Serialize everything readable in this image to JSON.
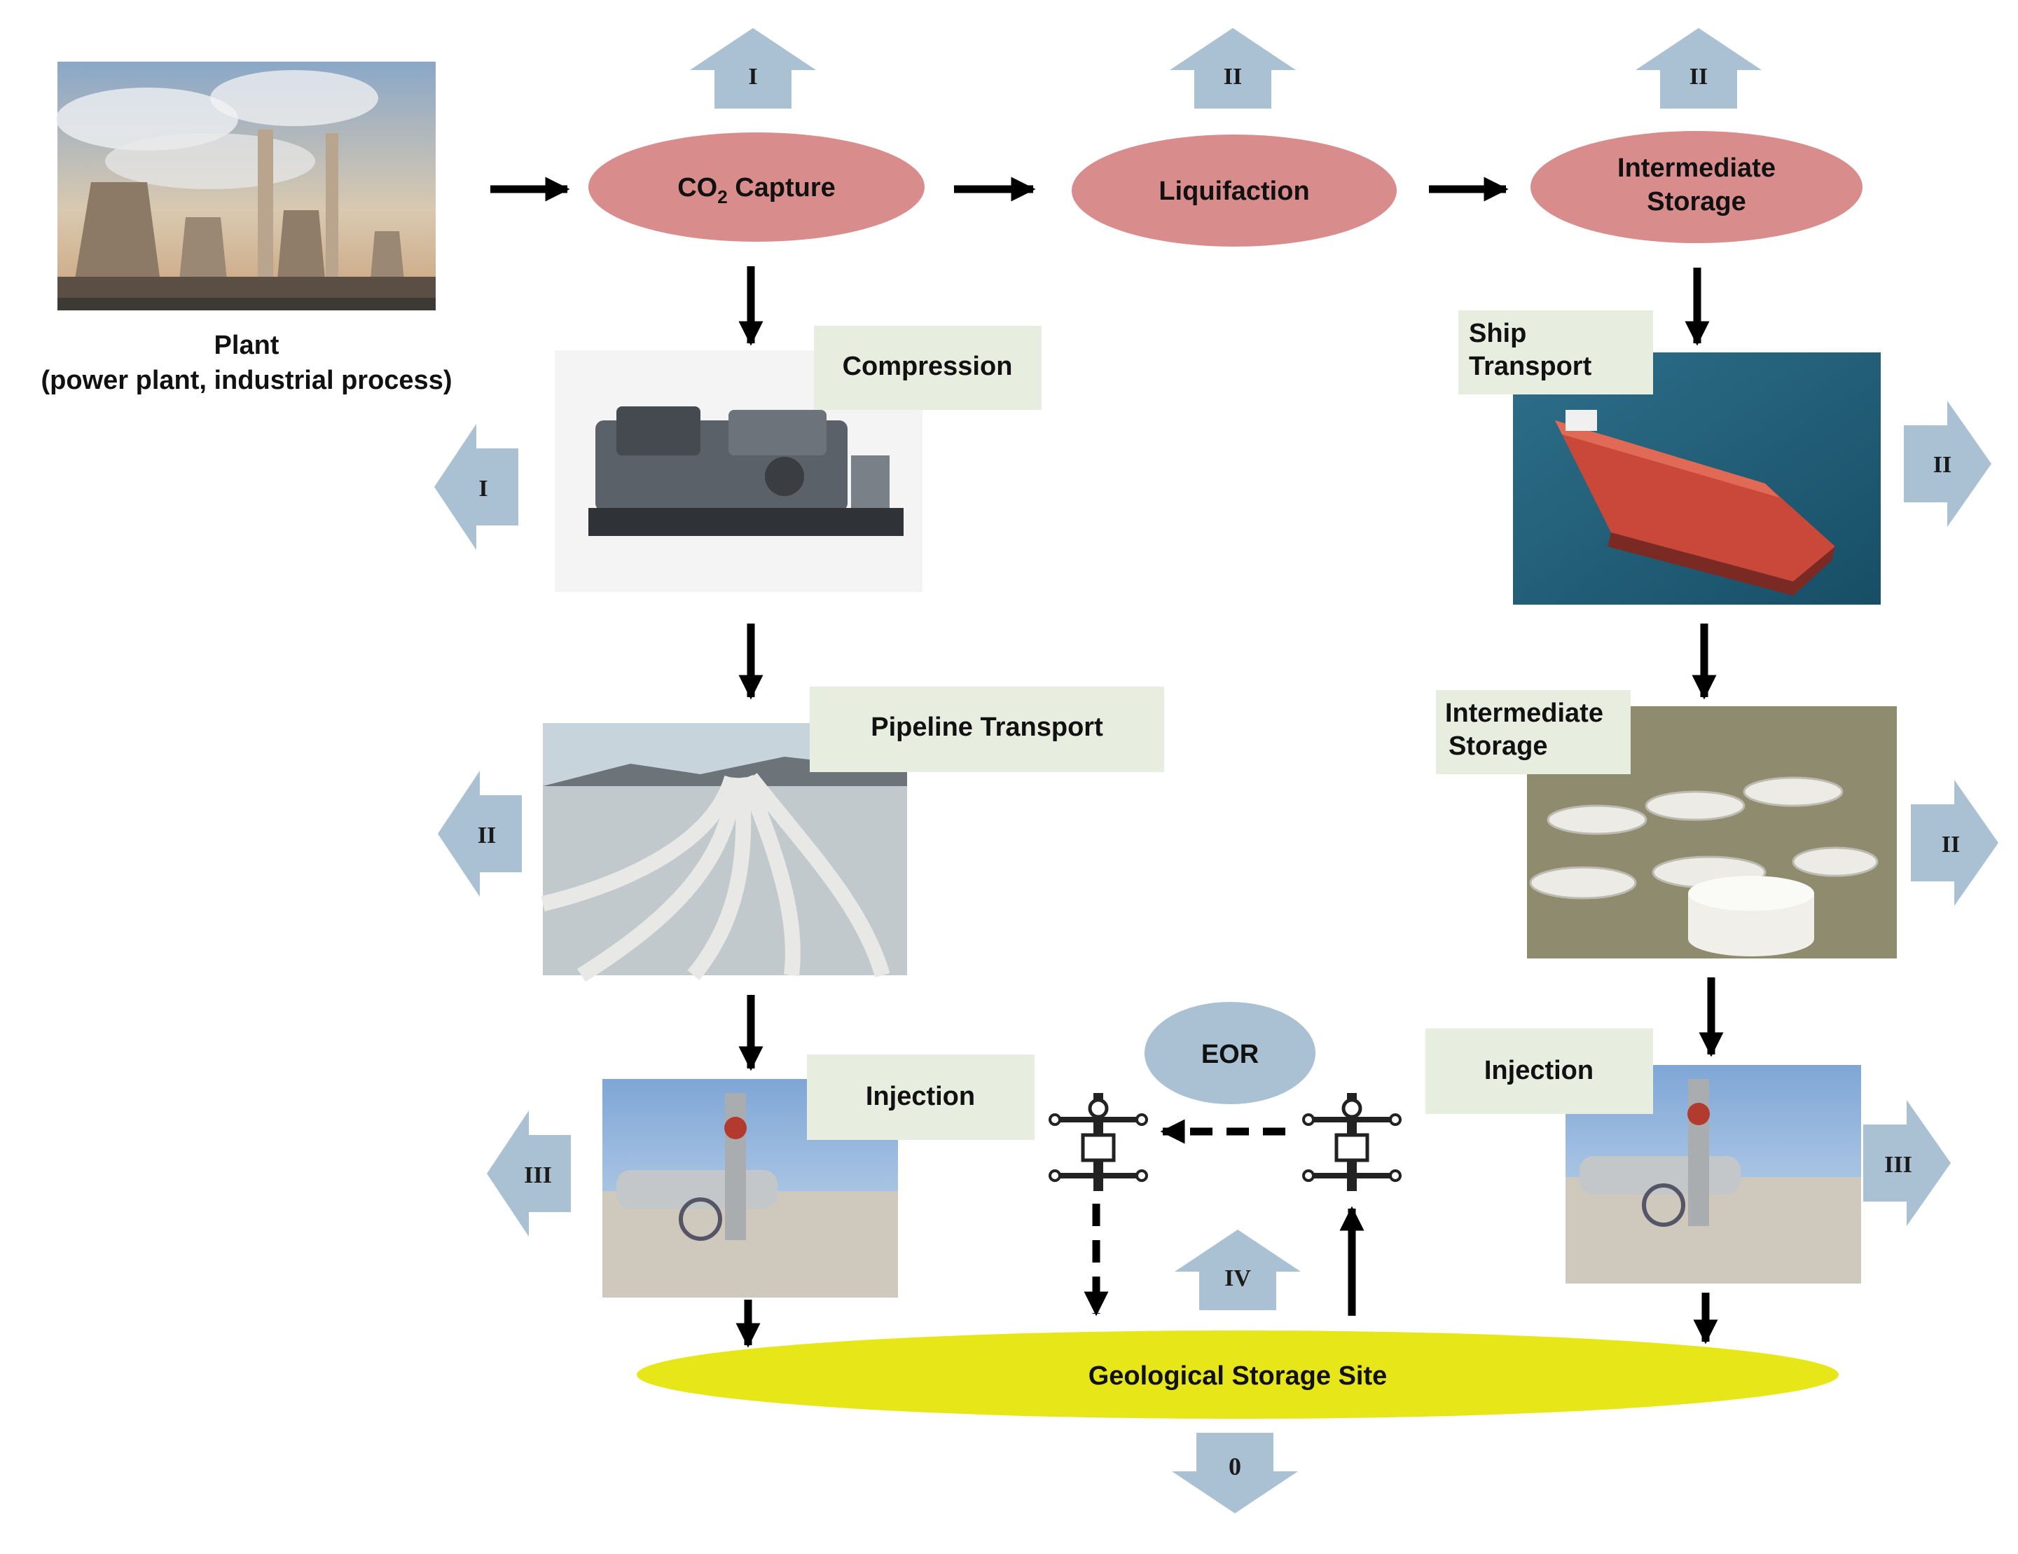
{
  "plant": {
    "title": "Plant",
    "subtitle": "(power plant, industrial process)"
  },
  "process_top": {
    "capture_main": "CO",
    "capture_sub": "2",
    "capture_tail": " Capture",
    "liquifaction": "Liquifaction",
    "intermediate_line1": "Intermediate",
    "intermediate_line2": "Storage"
  },
  "boxes": {
    "compression": "Compression",
    "pipeline": "Pipeline Transport",
    "ship_line1": "Ship",
    "ship_line2": "Transport",
    "intermediate2_line1": "Intermediate",
    "intermediate2_line2": "Storage",
    "injection_left": "Injection",
    "injection_right": "Injection"
  },
  "eor": "EOR",
  "storage_site": "Geological Storage Site",
  "level_markers": {
    "capture": "I",
    "liquifaction": "II",
    "intermediate": "II",
    "compression": "I",
    "ship": "II",
    "pipeline": "II",
    "intermediate2": "II",
    "injection_left": "III",
    "injection_right": "III",
    "eor": "IV",
    "storage": "0"
  },
  "colors": {
    "process_oval": "#d98c8c",
    "label_box": "#e8eedf",
    "marker_arrow": "#a9c1d3",
    "eor_oval": "#a9c1d3",
    "storage_site": "#e6e619",
    "flow_arrow": "#000000"
  }
}
